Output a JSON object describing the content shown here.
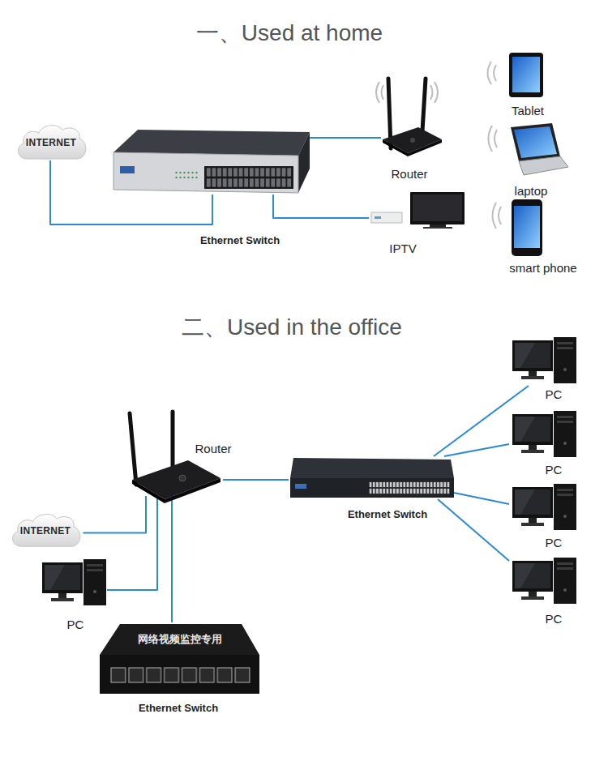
{
  "diagram": {
    "nodes": [
      {
        "text": [
          "INTERNET"
        ]
      },
      {
        "text": [
          "Ethernet Switch"
        ]
      },
      {
        "text": [
          "Router"
        ]
      },
      {
        "text": [
          "IPTV"
        ]
      },
      {
        "text": [
          "Tablet"
        ]
      },
      {
        "text": [
          "laptop"
        ]
      },
      {
        "text": [
          "smart phone"
        ]
      },
      {
        "text": [
          "Router"
        ]
      },
      {
        "text": [
          "INTERNET"
        ]
      },
      {
        "text": [
          "PC"
        ]
      },
      {
        "text": [
          "Ethernet Switch"
        ]
      },
      {
        "text": [
          "Ethernet Switch"
        ]
      },
      {
        "text": [
          "PC"
        ]
      },
      {
        "text": [
          "PC"
        ]
      },
      {
        "text": [
          "PC"
        ]
      },
      {
        "text": [
          "PC"
        ]
      }
    ],
    "edges": [
      {
        "from": 0,
        "to": 1,
        "arrow": "none"
      },
      {
        "from": 1,
        "to": 2,
        "arrow": "none"
      },
      {
        "from": 1,
        "to": 3,
        "arrow": "none"
      },
      {
        "from": 7,
        "to": 8,
        "arrow": "none"
      },
      {
        "from": 7,
        "to": 9,
        "arrow": "none"
      },
      {
        "from": 7,
        "to": 10,
        "arrow": "none"
      },
      {
        "from": 7,
        "to": 11,
        "arrow": "none"
      },
      {
        "from": 11,
        "to": 12,
        "arrow": "none"
      },
      {
        "from": 11,
        "to": 13,
        "arrow": "none"
      },
      {
        "from": 11,
        "to": 14,
        "arrow": "none"
      },
      {
        "from": 11,
        "to": 15,
        "arrow": "none"
      }
    ],
    "labels": [
      "一、Used at home",
      "二、Used in the office",
      "网络视频监控专用"
    ]
  }
}
